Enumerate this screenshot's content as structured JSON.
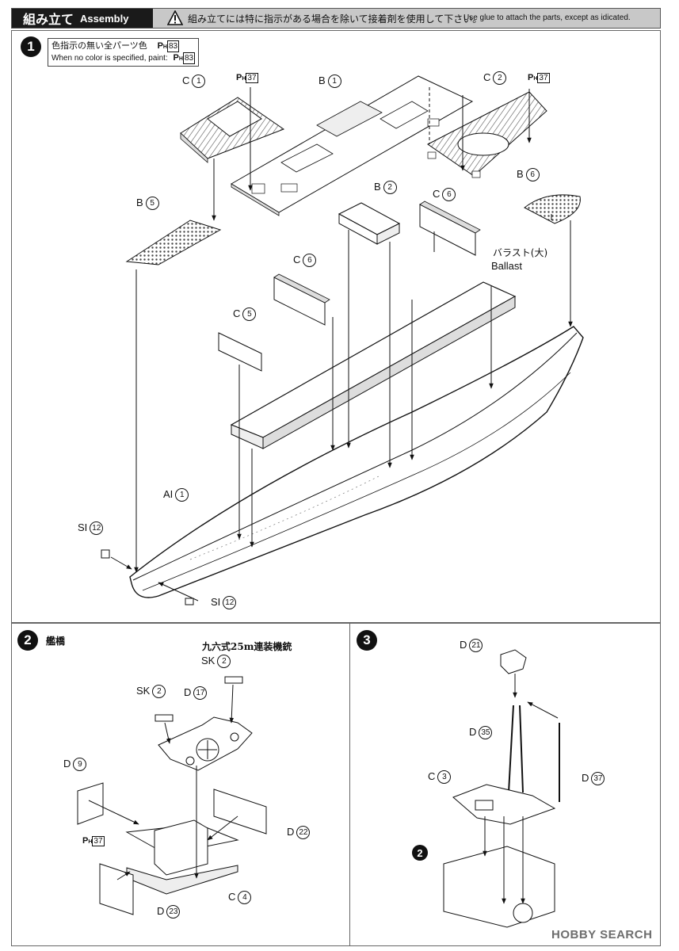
{
  "header": {
    "title_jp": "組み立て",
    "title_en": "Assembly",
    "notice_jp": "組み立てには特に指示がある場合を除いて接着剤を使用して下さい。",
    "notice_en": "Use glue to attach the parts, except as idicated."
  },
  "step1": {
    "number": "1",
    "note_jp": "色指示の無い全パーツ色",
    "note_en": "When no color is specified, paint:",
    "paint_code": "83",
    "labels": {
      "c1": {
        "letter": "C",
        "num": "1"
      },
      "b1": {
        "letter": "B",
        "num": "1"
      },
      "c2": {
        "letter": "C",
        "num": "2"
      },
      "b6": {
        "letter": "B",
        "num": "6"
      },
      "b5": {
        "letter": "B",
        "num": "5"
      },
      "b2": {
        "letter": "B",
        "num": "2"
      },
      "c6a": {
        "letter": "C",
        "num": "6"
      },
      "c6b": {
        "letter": "C",
        "num": "6"
      },
      "c5": {
        "letter": "C",
        "num": "5"
      },
      "ai1": {
        "letter": "AI",
        "num": "1"
      },
      "si12a": {
        "letter": "SI",
        "num": "12"
      },
      "si12b": {
        "letter": "SI",
        "num": "12"
      }
    },
    "ballast_jp": "バラスト(大)",
    "ballast_en": "Ballast",
    "paint_37a": "37",
    "paint_37b": "37"
  },
  "step2": {
    "number": "2",
    "title_jp": "艦橋",
    "gun_jp": "九六式25m連装機銃",
    "labels": {
      "sk2a": {
        "letter": "SK",
        "num": "2"
      },
      "sk2b": {
        "letter": "SK",
        "num": "2"
      },
      "d17": {
        "letter": "D",
        "num": "17"
      },
      "d9": {
        "letter": "D",
        "num": "9"
      },
      "d22": {
        "letter": "D",
        "num": "22"
      },
      "c4": {
        "letter": "C",
        "num": "4"
      },
      "d23": {
        "letter": "D",
        "num": "23"
      }
    },
    "paint_37": "37"
  },
  "step3": {
    "number": "3",
    "labels": {
      "d21": {
        "letter": "D",
        "num": "21"
      },
      "d35": {
        "letter": "D",
        "num": "35"
      },
      "c3": {
        "letter": "C",
        "num": "3"
      },
      "d37": {
        "letter": "D",
        "num": "37"
      }
    },
    "ref_step": "2"
  },
  "watermark": "HOBBY SEARCH",
  "paint_prefix": "P",
  "paint_sub": "H"
}
